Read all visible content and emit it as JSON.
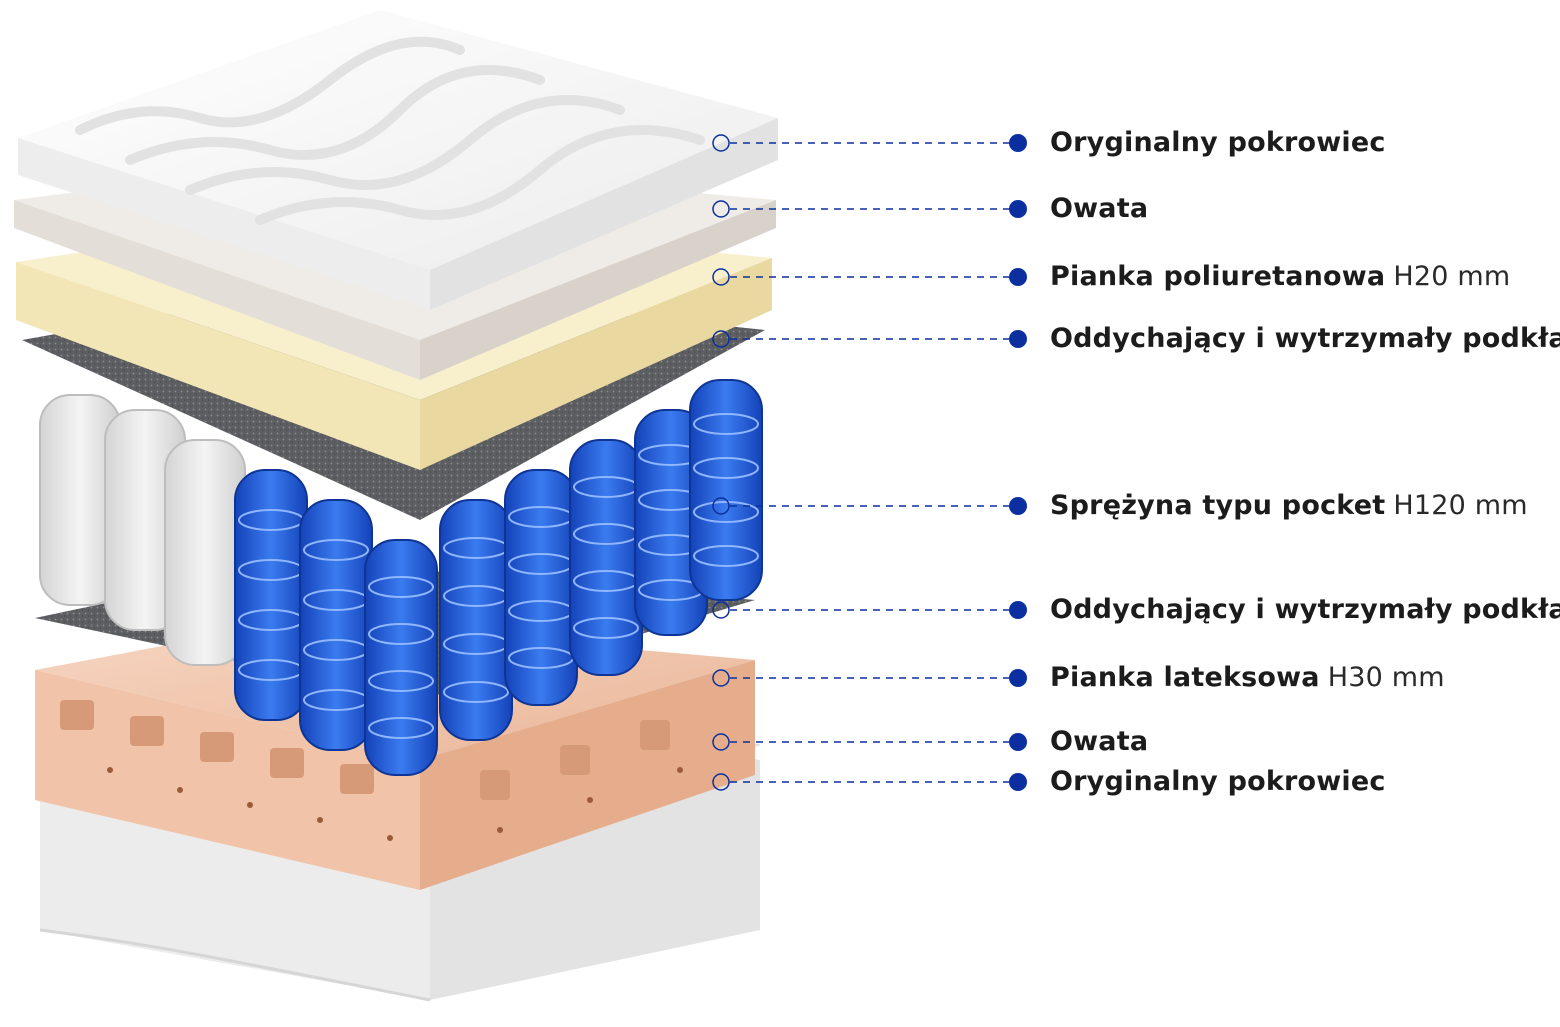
{
  "colors": {
    "accent": "#0b2f9f",
    "cover": "#f4f4f4",
    "wadding": "#e9e4df",
    "pu_foam": "#f6ecc8",
    "felt": "#5f6165",
    "spring_blue": "#1f5fd6",
    "spring_white": "#e6e6e6",
    "latex": "#f0c6ad"
  },
  "callouts": [
    {
      "name": "Oryginalny pokrowiec",
      "spec": ""
    },
    {
      "name": "Owata",
      "spec": ""
    },
    {
      "name": "Pianka poliuretanowa",
      "spec": "H20 mm"
    },
    {
      "name": "Oddychający i wytrzymały podkład",
      "spec": ""
    },
    {
      "name": "Sprężyna typu pocket",
      "spec": "H120 mm"
    },
    {
      "name": "Oddychający i wytrzymały podkład",
      "spec": ""
    },
    {
      "name": "Pianka lateksowa",
      "spec": "H30 mm"
    },
    {
      "name": "Owata",
      "spec": ""
    },
    {
      "name": "Oryginalny pokrowiec",
      "spec": ""
    }
  ]
}
